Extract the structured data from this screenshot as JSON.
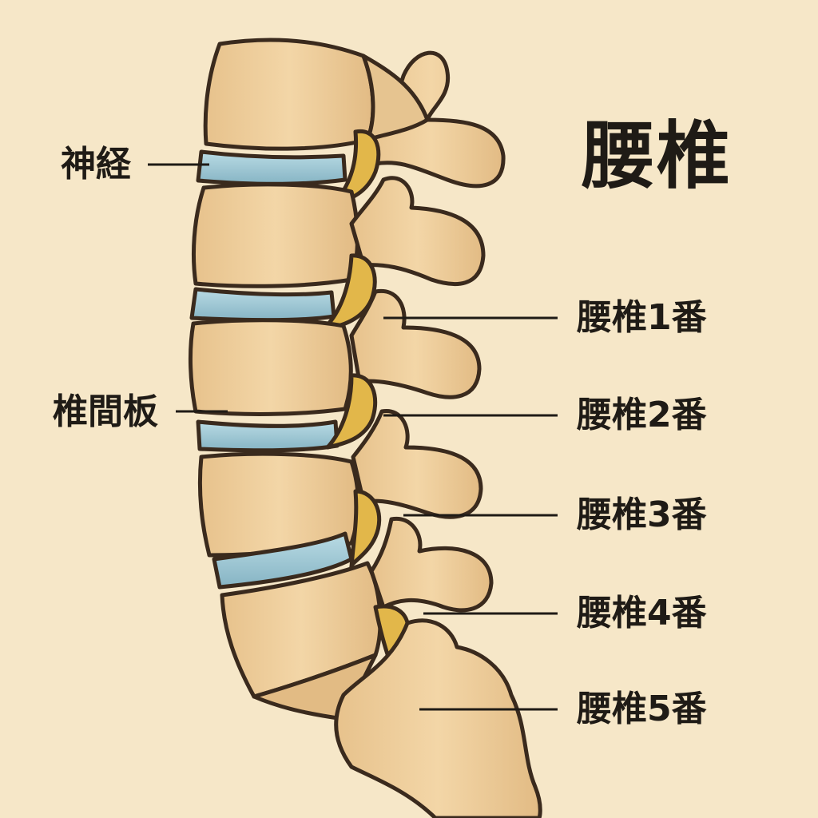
{
  "title": "腰椎",
  "labels": {
    "nerve": "神経",
    "disc": "椎間板",
    "l1": "腰椎1番",
    "l2": "腰椎2番",
    "l3": "腰椎3番",
    "l4": "腰椎4番",
    "l5": "腰椎5番"
  },
  "colors": {
    "background": "#f6e7c8",
    "bone": "#efcf9d",
    "bone_shade": "#dcb47c",
    "disc": "#9ec7d3",
    "nerve": "#e2b74a",
    "outline": "#3a2a1d"
  }
}
